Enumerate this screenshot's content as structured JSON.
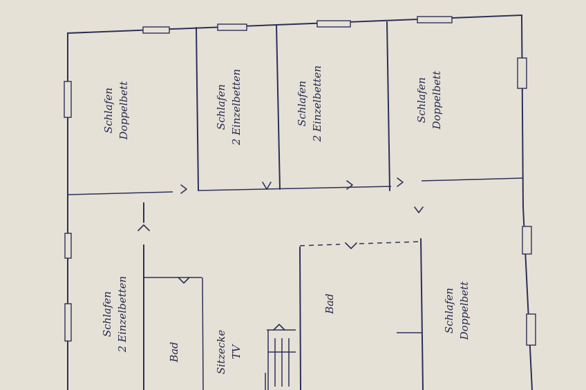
{
  "rooms": [
    {
      "id": "r1",
      "line1": "Schlafen",
      "line2": "Doppelbett"
    },
    {
      "id": "r2",
      "line1": "Schlafen",
      "line2": "2 Einzelbetten"
    },
    {
      "id": "r3",
      "line1": "Schlafen",
      "line2": "2 Einzelbetten"
    },
    {
      "id": "r4",
      "line1": "Schlafen",
      "line2": "Doppelbett"
    },
    {
      "id": "r5",
      "line1": "Schlafen",
      "line2": "2 Einzelbetten"
    },
    {
      "id": "r6",
      "line1": "Bad"
    },
    {
      "id": "r7",
      "line1": "Sitzecke",
      "line2": "TV"
    },
    {
      "id": "r8",
      "line1": "Bad"
    },
    {
      "id": "r9",
      "line1": "Schlafen",
      "line2": "Doppelbett"
    }
  ]
}
